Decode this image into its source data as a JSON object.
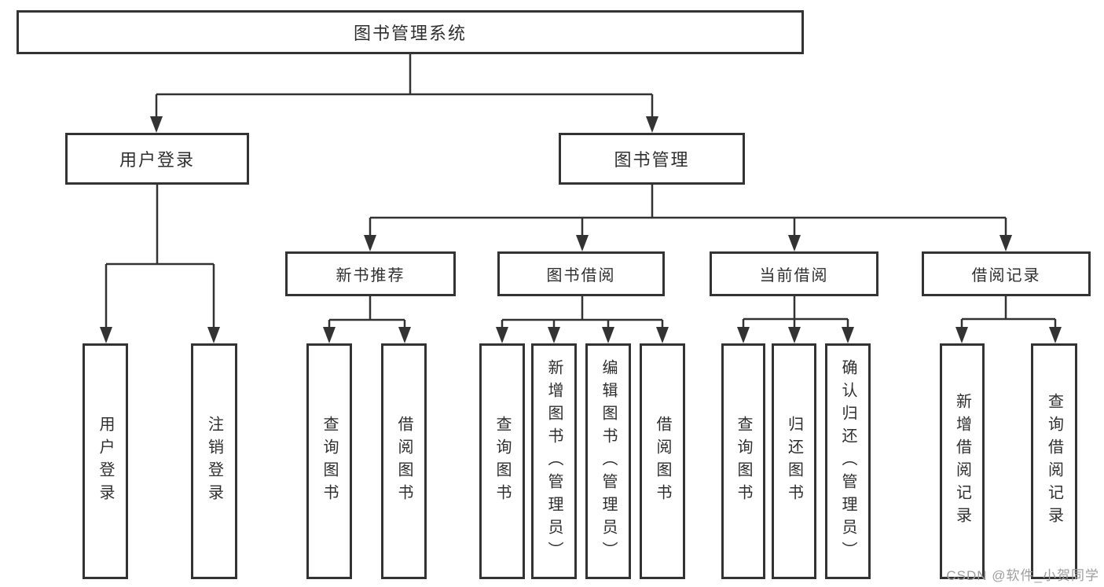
{
  "tree": {
    "root": {
      "label": "图书管理系统"
    },
    "level2": [
      {
        "label": "用户登录"
      },
      {
        "label": "图书管理"
      }
    ],
    "level3": [
      {
        "label": "新书推荐"
      },
      {
        "label": "图书借阅"
      },
      {
        "label": "当前借阅"
      },
      {
        "label": "借阅记录"
      }
    ],
    "leaves": [
      {
        "label": "用户登录"
      },
      {
        "label": "注销登录"
      },
      {
        "label": "查询图书"
      },
      {
        "label": "借阅图书"
      },
      {
        "label": "查询图书"
      },
      {
        "label": "新增图书（管理员）"
      },
      {
        "label": "编辑图书（管理员）"
      },
      {
        "label": "借阅图书"
      },
      {
        "label": "查询图书"
      },
      {
        "label": "归还图书"
      },
      {
        "label": "确认归还（管理员）"
      },
      {
        "label": "新增借阅记录"
      },
      {
        "label": "查询借阅记录"
      }
    ]
  },
  "watermark": "CSDN @软件_小贺同学",
  "colors": {
    "line": "#333333",
    "text": "#2f2f2f",
    "watermark": "#9e9e9e",
    "background": "#ffffff"
  }
}
